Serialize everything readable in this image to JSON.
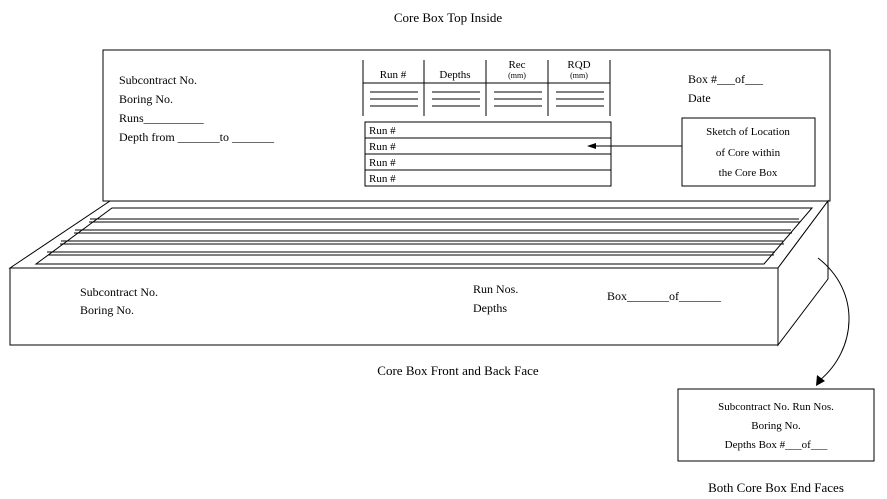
{
  "captions": {
    "top": "Core Box Top Inside",
    "front": "Core Box Front and Back Face",
    "ends": "Both Core Box End Faces"
  },
  "lid_left": {
    "subcontract": "Subcontract No.",
    "boring": "Boring No.",
    "runs": "Runs__________",
    "depth": "Depth from _______to _______"
  },
  "lid_table": {
    "headers": [
      "Run #",
      "Depths",
      "Rec",
      "RQD"
    ],
    "units": [
      "",
      "",
      "(mm)",
      "(mm)"
    ]
  },
  "run_list": [
    "Run #",
    "Run #",
    "Run #",
    "Run #"
  ],
  "lid_right": {
    "box": "Box #___of___",
    "date": "Date"
  },
  "sketch_box": [
    "Sketch of Location",
    "of Core within",
    "the Core Box"
  ],
  "front_face": {
    "subcontract": "Subcontract No.",
    "boring": "Boring No.",
    "run_nos": "Run Nos.",
    "depths": "Depths",
    "box": "Box_______of_______"
  },
  "end_face": {
    "line1": "Subcontract No.   Run Nos.",
    "line2": "Boring No.",
    "line3": "Depths      Box #___of___"
  }
}
